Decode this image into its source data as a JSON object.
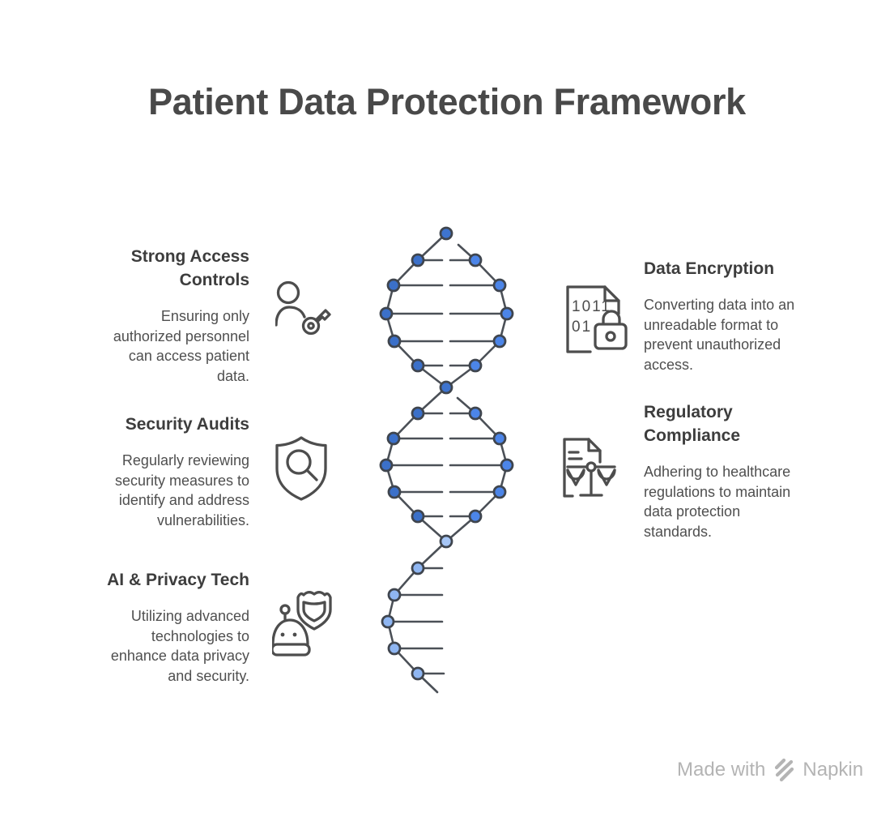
{
  "title": "Patient Data Protection Framework",
  "left_sections": [
    {
      "heading": "Strong Access\nControls",
      "body": "Ensuring only\nauthorized personnel\ncan access patient\ndata.",
      "icon": "user-key-icon"
    },
    {
      "heading": "Security Audits",
      "body": "Regularly reviewing\nsecurity measures to\nidentify and address\nvulnerabilities.",
      "icon": "shield-magnifier-icon"
    },
    {
      "heading": "AI & Privacy Tech",
      "body": "Utilizing advanced\ntechnologies to\nenhance data privacy\nand security.",
      "icon": "robot-shield-icon"
    }
  ],
  "right_sections": [
    {
      "heading": "Data Encryption",
      "body": "Converting data into an\nunreadable format to\nprevent unauthorized\naccess.",
      "icon": "binary-document-lock-icon"
    },
    {
      "heading": "Regulatory\nCompliance",
      "body": "Adhering to healthcare\nregulations to maintain\ndata protection\nstandards.",
      "icon": "document-scales-icon"
    }
  ],
  "encryption_icon_text": {
    "line1": "1011",
    "line2": "01"
  },
  "watermark": {
    "prefix": "Made with",
    "brand": "Napkin"
  },
  "colors": {
    "background": "#ffffff",
    "title_text": "#494949",
    "heading_text": "#3d3d3d",
    "body_text": "#4f4f4f",
    "icon_stroke": "#4d4d4d",
    "helix_line": "#4b5057",
    "node_stroke": "#3f454e",
    "node_dark_blue": "#3b70c9",
    "node_medium_blue": "#4c85e8",
    "node_apex_blue": "#3e74cf",
    "node_light_blue": "#8fb6f2",
    "node_lighter_blue": "#a6c6f6",
    "watermark_text": "#b4b4b4"
  }
}
